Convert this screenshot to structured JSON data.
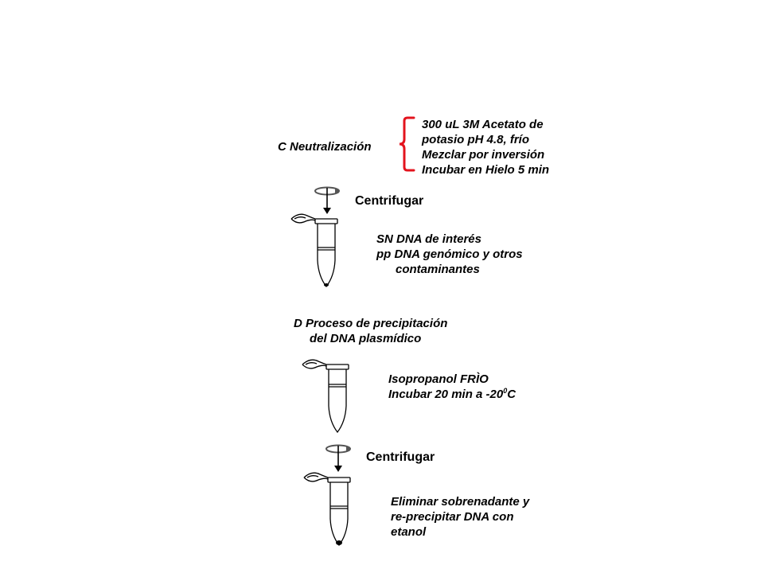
{
  "section_c": {
    "title": "C Neutralización",
    "bracket_color": "#e3131d",
    "steps": [
      "300 uL 3M Acetato de",
      "potasio pH 4.8, frío",
      "Mezclar por inversión",
      "Incubar en Hielo 5 min"
    ]
  },
  "centrifuge_1": {
    "label": "Centrifugar",
    "icon": "centrifuge-rotation-arrow"
  },
  "tube_1": {
    "icon": "microcentrifuge-tube",
    "notes": [
      "SN DNA de interés",
      "pp DNA genómico y otros",
      "contaminantes"
    ]
  },
  "section_d": {
    "title_lines": [
      "D Proceso de  precipitación",
      "del DNA  plasmídico"
    ]
  },
  "tube_2": {
    "icon": "microcentrifuge-tube",
    "line1": "Isopropanol FRÌO",
    "line2_prefix": "Incubar 20 min a -20",
    "line2_sup": "0",
    "line2_suffix": "C"
  },
  "centrifuge_2": {
    "label": "Centrifugar",
    "icon": "centrifuge-rotation-arrow"
  },
  "tube_3": {
    "icon": "microcentrifuge-tube",
    "notes": [
      "Eliminar sobrenadante y",
      "re-precipitar DNA con",
      "etanol"
    ]
  }
}
